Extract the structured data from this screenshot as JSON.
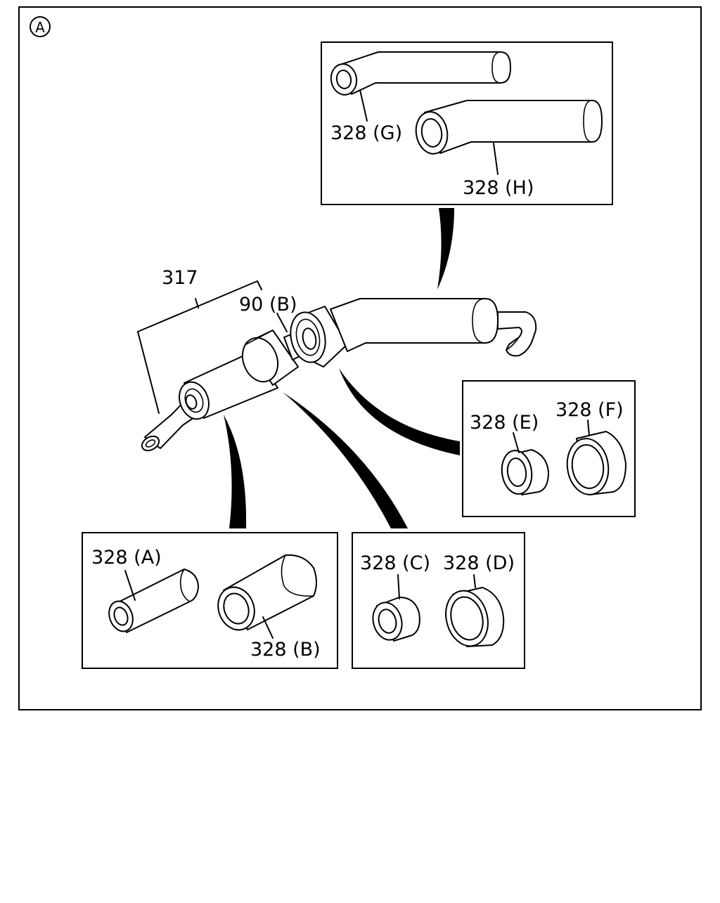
{
  "view_marker": "A",
  "labels": {
    "l317": "317",
    "l90b": "90 (B)",
    "l328a": "328 (A)",
    "l328b": "328 (B)",
    "l328c": "328 (C)",
    "l328d": "328 (D)",
    "l328e": "328 (E)",
    "l328f": "328 (F)",
    "l328g": "328 (G)",
    "l328h": "328 (H)"
  },
  "colors": {
    "ink": "#000000",
    "paper": "#ffffff"
  }
}
